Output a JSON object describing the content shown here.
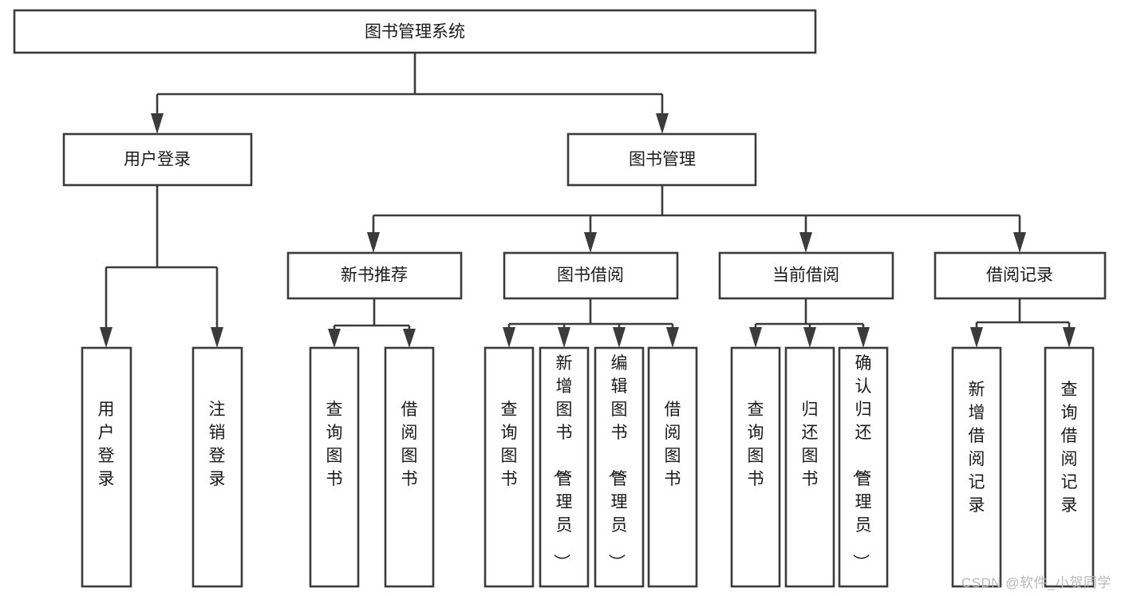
{
  "diagram": {
    "title": "图书管理系统",
    "watermark": "CSDN @软件_小贺同学",
    "colors": {
      "stroke": "#3b3b3b",
      "fill": "#ffffff",
      "text": "#1a1a1a",
      "watermark": "#b8b8b8",
      "background": "#ffffff"
    },
    "root": {
      "label": "图书管理系统",
      "orientation": "horizontal"
    },
    "level2": [
      {
        "label": "用户登录",
        "orientation": "horizontal"
      },
      {
        "label": "图书管理",
        "orientation": "horizontal"
      }
    ],
    "level3": [
      {
        "label": "新书推荐",
        "orientation": "horizontal"
      },
      {
        "label": "图书借阅",
        "orientation": "horizontal"
      },
      {
        "label": "当前借阅",
        "orientation": "horizontal"
      },
      {
        "label": "借阅记录",
        "orientation": "horizontal"
      }
    ],
    "leaves": {
      "user_login": [
        {
          "label": "用户登录",
          "orientation": "vertical"
        },
        {
          "label": "注销登录",
          "orientation": "vertical"
        }
      ],
      "new_book_recommend": [
        {
          "label": "查询图书",
          "orientation": "vertical"
        },
        {
          "label": "借阅图书",
          "orientation": "vertical"
        }
      ],
      "book_borrow": [
        {
          "label": "查询图书",
          "orientation": "vertical"
        },
        {
          "label": "新增图书（管理员）",
          "orientation": "vertical"
        },
        {
          "label": "编辑图书（管理员）",
          "orientation": "vertical"
        },
        {
          "label": "借阅图书",
          "orientation": "vertical"
        }
      ],
      "current_borrow": [
        {
          "label": "查询图书",
          "orientation": "vertical"
        },
        {
          "label": "归还图书",
          "orientation": "vertical"
        },
        {
          "label": "确认归还（管理员）",
          "orientation": "vertical"
        }
      ],
      "borrow_record": [
        {
          "label": "新增借阅记录",
          "orientation": "vertical"
        },
        {
          "label": "查询借阅记录",
          "orientation": "vertical"
        }
      ]
    }
  }
}
